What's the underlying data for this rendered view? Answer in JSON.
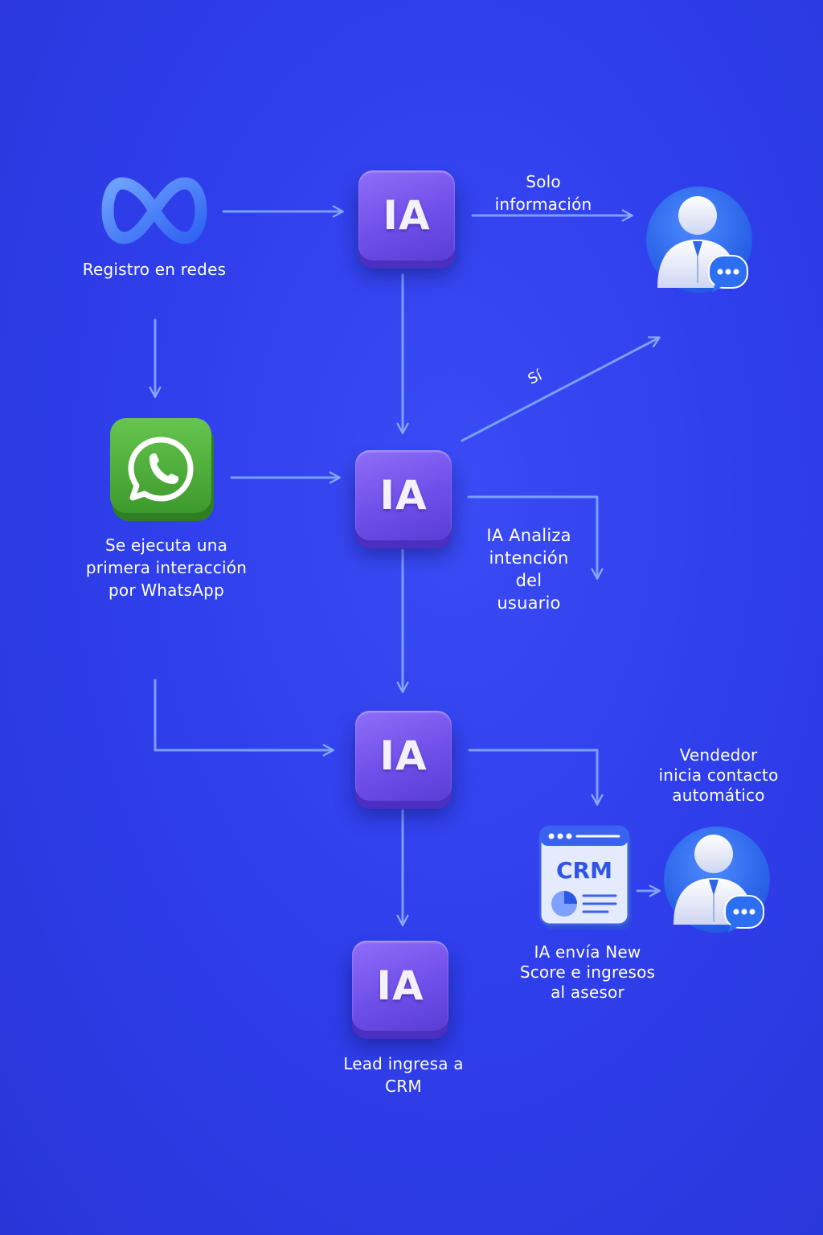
{
  "nodes": {
    "meta": {
      "label": "Registro en redes",
      "icon": "meta-infinity-icon"
    },
    "whatsapp": {
      "label": "Se ejecuta una\nprimera interacción\npor WhatsApp",
      "icon": "whatsapp-icon"
    },
    "ia_1": {
      "text": "IA"
    },
    "ia_2": {
      "text": "IA"
    },
    "ia_3": {
      "text": "IA"
    },
    "ia_4": {
      "text": "IA"
    },
    "advisor_top": {
      "icon": "person-chat-icon"
    },
    "advisor_bottom": {
      "icon": "person-chat-icon"
    },
    "crm": {
      "text": "CRM",
      "icon": "crm-window-icon"
    }
  },
  "labels": {
    "solo_info": "Solo\ninformación",
    "si": "Sí",
    "ia_analiza": "IA Analiza\nintención\ndel\nusuario",
    "vendedor": "Vendedor\ninicia contacto\nautomático",
    "ia_envia": "IA envía New\nScore e ingresos\nal asesor",
    "lead_crm": "Lead ingresa a\nCRM"
  },
  "colors": {
    "background": "#2f3fec",
    "arrow": "#7fa4ff",
    "ia_box": "#7a5af0",
    "whatsapp_green": "#4caf3a",
    "advisor_circle": "#2f6ff0",
    "meta_blue": "#3d7cff"
  }
}
